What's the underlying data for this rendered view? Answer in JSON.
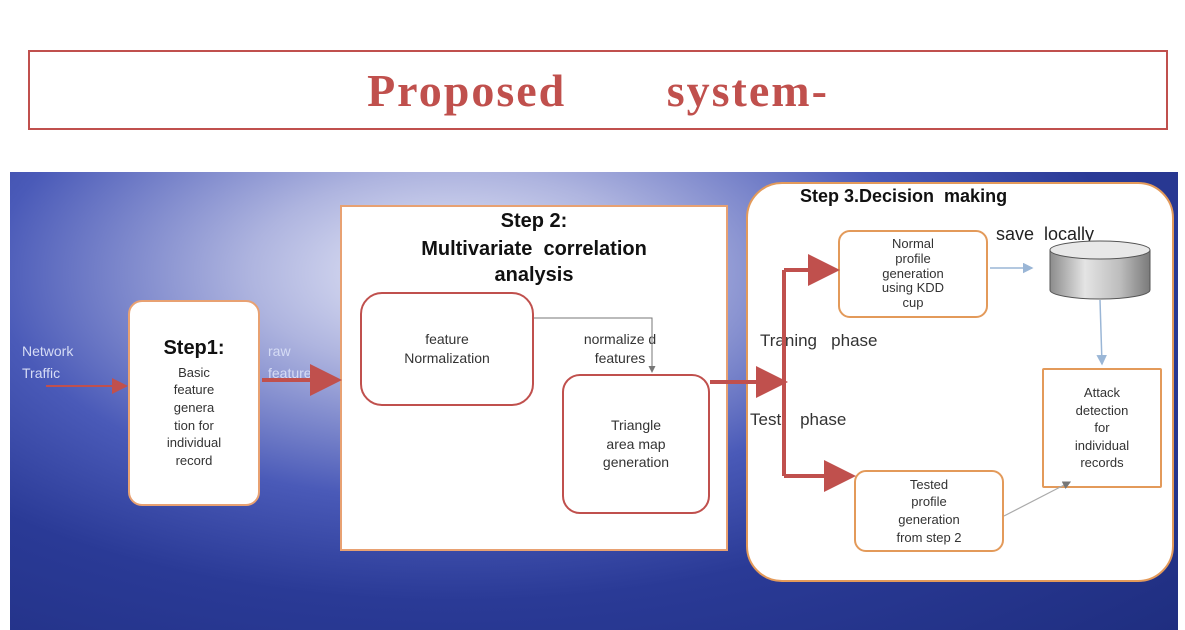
{
  "title": "Proposed   system-",
  "inputs": {
    "network_traffic": "Network\nTraffic",
    "raw_features": "raw\nfeatures"
  },
  "step1": {
    "heading": "Step1:",
    "body": "Basic\nfeature\ngenera\ntion for\nindividual\nrecord"
  },
  "step2": {
    "heading_line1": "Step 2:",
    "heading_line2": "Multivariate  correlation",
    "heading_line3": "analysis",
    "feature_normalization": "feature\nNormalization",
    "normalized_features": "normalize d\nfeatures",
    "triangle_area": "Triangle\narea map\ngeneration"
  },
  "step3": {
    "heading": "Step 3.Decision  making",
    "normal_profile": "Normal\nprofile\ngeneration\nusing  KDD\ncup",
    "save_locally": "save  locally",
    "training_phase": "Traning   phase",
    "test_phase": "Test    phase",
    "attack_detection": "Attack\ndetection\nfor\nindividual\nrecords",
    "tested_profile": "Tested\nprofile\ngeneration\nfrom  step 2"
  },
  "colors": {
    "accent_red": "#c0504d",
    "box_orange": "#e39a5a",
    "panel_blue": "#2a3a96"
  }
}
